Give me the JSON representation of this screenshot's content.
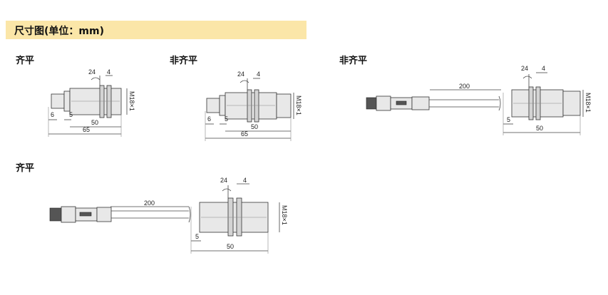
{
  "header": {
    "title": "尺寸图(单位：mm)"
  },
  "diagrams": [
    {
      "label": "齐平",
      "dims": {
        "wrench": "24",
        "nut": "4",
        "thread": "M18×1",
        "d6": "6",
        "d5": "5",
        "len": "50",
        "total": "65"
      }
    },
    {
      "label": "非齐平",
      "dims": {
        "wrench": "24",
        "nut": "4",
        "thread": "M18×1",
        "d6": "6",
        "d5": "5",
        "len": "50",
        "total": "65"
      }
    },
    {
      "label": "非齐平",
      "dims": {
        "wrench": "24",
        "nut": "4",
        "thread": "M18×1",
        "cable": "200",
        "d5": "5",
        "len": "50"
      }
    },
    {
      "label": "齐平",
      "dims": {
        "wrench": "24",
        "nut": "4",
        "thread": "M18×1",
        "cable": "200",
        "d5": "5",
        "len": "50"
      }
    }
  ],
  "colors": {
    "header_bg": "#fbe6a8"
  }
}
